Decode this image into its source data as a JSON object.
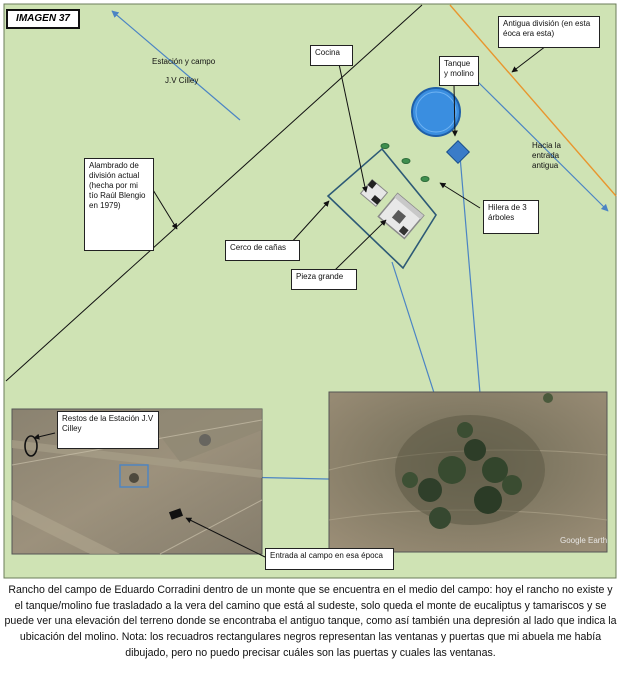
{
  "title": "IMAGEN  37",
  "labels": {
    "estacion": "Estación y campo",
    "estacion2": "J.V Cilley",
    "antigua": "Antigua división (en esta éoca era esta)",
    "cocina": "Cocina",
    "tanque": "Tanque y molino",
    "hacia": "Hacia la entrada antigua",
    "alambrado": "Alambrado de división actual (hecha por mi tío Raúl Blengio en 1979)",
    "hilera": "Hilera de 3 árboles",
    "cerco": "Cerco de cañas",
    "pieza": "Pieza grande",
    "restos": "Restos de la Estación J.V Cilley",
    "entrada": "Entrada al campo en esa época"
  },
  "watermark": "Google Earth",
  "caption": "Rancho del campo de Eduardo Corradini dentro de un monte que se encuentra en el medio del campo: hoy el rancho no existe y el tanque/molino fue trasladado a la vera del camino que está al sudeste, solo queda el monte de eucaliptus y tamariscos y se puede ver una elevación del terreno donde se encontraba el antiguo tanque, como así también una depresión al lado que indica la ubicación del molino. Nota: los recuadros rectangulares negros representan las ventanas y puertas que mi abuela me había dibujado, pero no puedo precisar cuáles son las puertas y cuales las ventanas.",
  "colors": {
    "field": "#cfe3b4",
    "blue_arrow": "#4b84c4",
    "orange_line": "#e8962e",
    "pond": "#3a8ee0",
    "enclosure": "#2d5a76"
  }
}
